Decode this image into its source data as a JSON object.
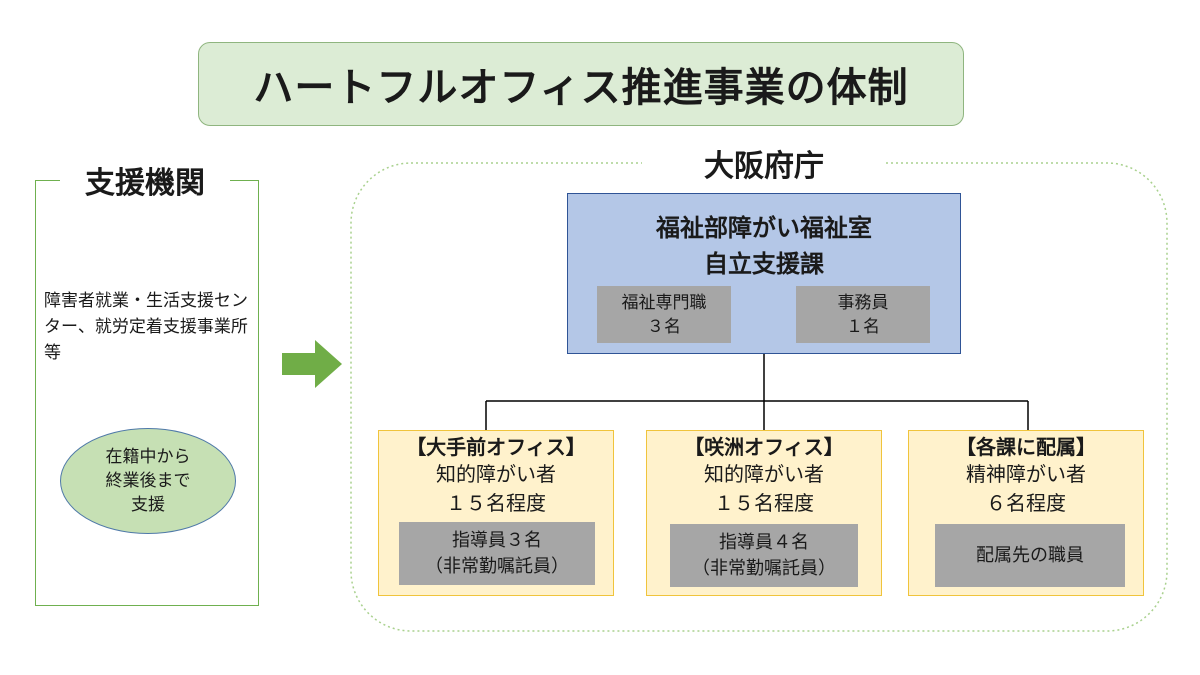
{
  "title": "ハートフルオフィス推進事業の体制",
  "support": {
    "heading": "支援機関",
    "description": "障害者就業・生活支援センター、就労定着支援事業所　等",
    "ellipse_text": "在籍中から\n終業後まで\n支援"
  },
  "prefecture": {
    "heading": "大阪府庁",
    "department": "福祉部障がい福祉室\n自立支援課",
    "staff": [
      {
        "label": "福祉専門職\n３名"
      },
      {
        "label": "事務員\n１名"
      }
    ]
  },
  "offices": [
    {
      "name": "【大手前オフィス】",
      "members": "知的障がい者\n１５名程度",
      "staff": "指導員３名\n（非常勤嘱託員）"
    },
    {
      "name": "【咲洲オフィス】",
      "members": "知的障がい者\n１５名程度",
      "staff": "指導員４名\n（非常勤嘱託員）"
    },
    {
      "name": "【各課に配属】",
      "members": "精神障がい者\n６名程度",
      "staff": "配属先の職員"
    }
  ],
  "colors": {
    "title_bg": "#dcecd5",
    "blue_box": "#b4c7e7",
    "office_bg": "#fff2cc",
    "gray_box": "#a6a6a6",
    "arrow": "#70ad47",
    "ellipse": "#c6e0b4"
  },
  "icons": {
    "arrow": "right-arrow-icon"
  }
}
